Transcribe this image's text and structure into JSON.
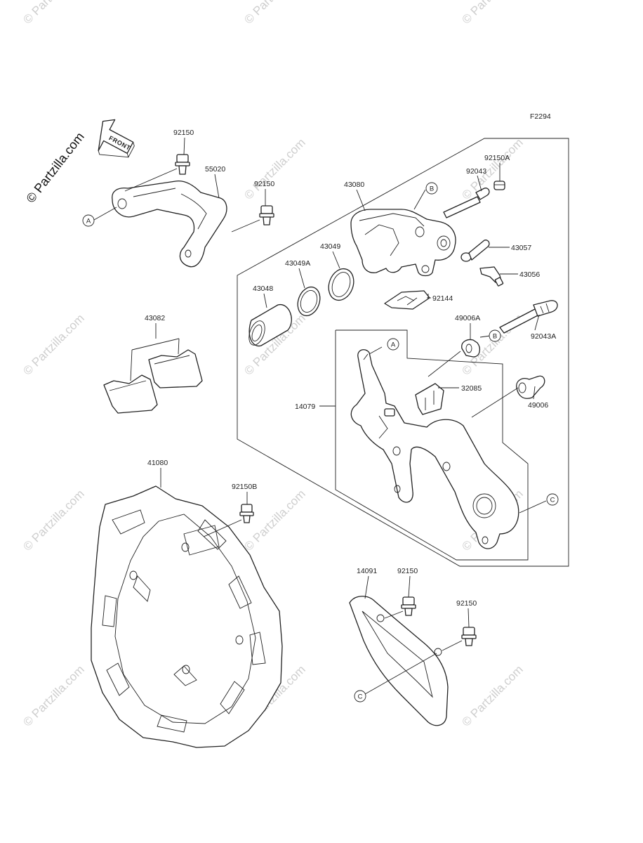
{
  "figure_code": "F2294",
  "front_label": "FRONT",
  "copyright": "© Partzilla.com",
  "watermark": "© Partzilla.com",
  "part_numbers": {
    "n92150_top": "92150",
    "n55020": "55020",
    "n92150_bracket": "92150",
    "n43080": "43080",
    "n92043": "92043",
    "n92150A": "92150A",
    "n43057": "43057",
    "n43056": "43056",
    "n92144": "92144",
    "n43049": "43049",
    "n43049A": "43049A",
    "n43048": "43048",
    "n43082": "43082",
    "n49006A": "49006A",
    "n92043A": "92043A",
    "n32085": "32085",
    "n14079": "14079",
    "n49006": "49006",
    "n41080": "41080",
    "n92150B": "92150B",
    "n14091": "14091",
    "n92150_guard1": "92150",
    "n92150_guard2": "92150"
  },
  "callouts": {
    "A1": "A",
    "A2": "A",
    "B1": "B",
    "B2": "B",
    "C1": "C",
    "C2": "C"
  }
}
